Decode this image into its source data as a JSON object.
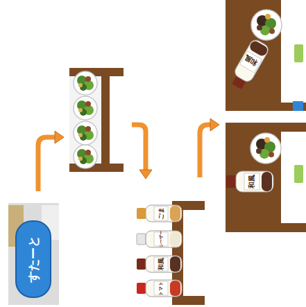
{
  "diagram": {
    "nodes": [
      {
        "text": [
          "すたーと"
        ]
      }
    ],
    "labels": [
      "ごま",
      "シーザー",
      "和風",
      "トマト",
      "和風",
      "和風"
    ]
  }
}
